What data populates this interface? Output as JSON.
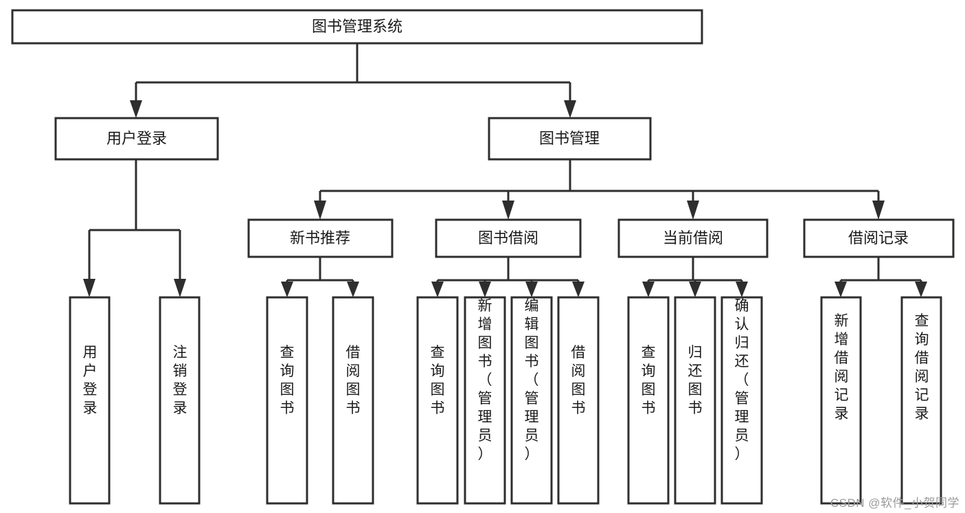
{
  "title": "图书管理系统",
  "watermark": "CSDN @软件_小贺同学",
  "colors": {
    "stroke": "#2e2e2e",
    "box_fill": "#ffffff",
    "text": "#1a1a1a",
    "background": "#ffffff",
    "watermark": "#9a9a9a"
  },
  "chart_data": {
    "type": "diagram",
    "diagram_kind": "tree-hierarchy",
    "orientation": "top-down",
    "title": "图书管理系统",
    "root": "图书管理系统",
    "levels": 4,
    "nodes": [
      {
        "id": "root",
        "label": "图书管理系统",
        "level": 0,
        "parent": null,
        "text_orientation": "horizontal"
      },
      {
        "id": "login",
        "label": "用户登录",
        "level": 1,
        "parent": "root",
        "text_orientation": "horizontal"
      },
      {
        "id": "bookmgmt",
        "label": "图书管理",
        "level": 1,
        "parent": "root",
        "text_orientation": "horizontal"
      },
      {
        "id": "newbook",
        "label": "新书推荐",
        "level": 2,
        "parent": "bookmgmt",
        "text_orientation": "horizontal"
      },
      {
        "id": "borrow",
        "label": "图书借阅",
        "level": 2,
        "parent": "bookmgmt",
        "text_orientation": "horizontal"
      },
      {
        "id": "current",
        "label": "当前借阅",
        "level": 2,
        "parent": "bookmgmt",
        "text_orientation": "horizontal"
      },
      {
        "id": "records",
        "label": "借阅记录",
        "level": 2,
        "parent": "bookmgmt",
        "text_orientation": "horizontal"
      },
      {
        "id": "login-1",
        "label": "用户登录",
        "level": 2,
        "parent": "login",
        "text_orientation": "vertical"
      },
      {
        "id": "login-2",
        "label": "注销登录",
        "level": 2,
        "parent": "login",
        "text_orientation": "vertical"
      },
      {
        "id": "newbook-1",
        "label": "查询图书",
        "level": 3,
        "parent": "newbook",
        "text_orientation": "vertical"
      },
      {
        "id": "newbook-2",
        "label": "借阅图书",
        "level": 3,
        "parent": "newbook",
        "text_orientation": "vertical"
      },
      {
        "id": "borrow-1",
        "label": "查询图书",
        "level": 3,
        "parent": "borrow",
        "text_orientation": "vertical"
      },
      {
        "id": "borrow-2",
        "label": "新增图书（管理员）",
        "level": 3,
        "parent": "borrow",
        "text_orientation": "vertical"
      },
      {
        "id": "borrow-3",
        "label": "编辑图书（管理员）",
        "level": 3,
        "parent": "borrow",
        "text_orientation": "vertical"
      },
      {
        "id": "borrow-4",
        "label": "借阅图书",
        "level": 3,
        "parent": "borrow",
        "text_orientation": "vertical"
      },
      {
        "id": "current-1",
        "label": "查询图书",
        "level": 3,
        "parent": "current",
        "text_orientation": "vertical"
      },
      {
        "id": "current-2",
        "label": "归还图书",
        "level": 3,
        "parent": "current",
        "text_orientation": "vertical"
      },
      {
        "id": "current-3",
        "label": "确认归还（管理员）",
        "level": 3,
        "parent": "current",
        "text_orientation": "vertical"
      },
      {
        "id": "records-1",
        "label": "新增借阅记录",
        "level": 3,
        "parent": "records",
        "text_orientation": "vertical"
      },
      {
        "id": "records-2",
        "label": "查询借阅记录",
        "level": 3,
        "parent": "records",
        "text_orientation": "vertical"
      }
    ],
    "edges": [
      {
        "from": "root",
        "to": "login"
      },
      {
        "from": "root",
        "to": "bookmgmt"
      },
      {
        "from": "login",
        "to": "login-1"
      },
      {
        "from": "login",
        "to": "login-2"
      },
      {
        "from": "bookmgmt",
        "to": "newbook"
      },
      {
        "from": "bookmgmt",
        "to": "borrow"
      },
      {
        "from": "bookmgmt",
        "to": "current"
      },
      {
        "from": "bookmgmt",
        "to": "records"
      },
      {
        "from": "newbook",
        "to": "newbook-1"
      },
      {
        "from": "newbook",
        "to": "newbook-2"
      },
      {
        "from": "borrow",
        "to": "borrow-1"
      },
      {
        "from": "borrow",
        "to": "borrow-2"
      },
      {
        "from": "borrow",
        "to": "borrow-3"
      },
      {
        "from": "borrow",
        "to": "borrow-4"
      },
      {
        "from": "current",
        "to": "current-1"
      },
      {
        "from": "current",
        "to": "current-2"
      },
      {
        "from": "current",
        "to": "current-3"
      },
      {
        "from": "records",
        "to": "records-1"
      },
      {
        "from": "records",
        "to": "records-2"
      }
    ]
  }
}
